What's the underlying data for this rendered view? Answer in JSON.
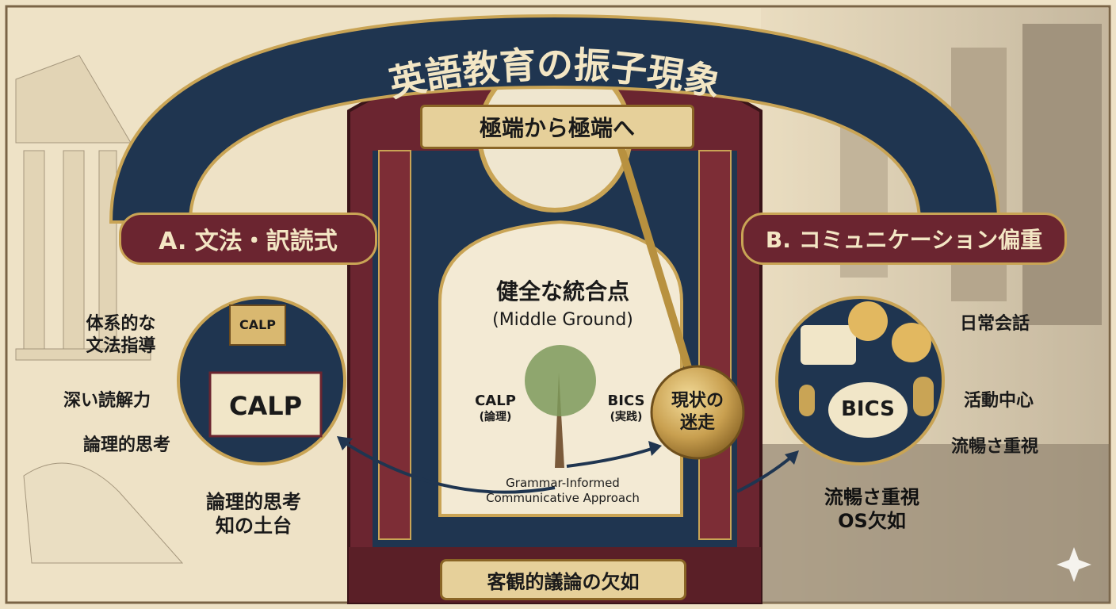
{
  "title": "英語教育の振子現象",
  "subtitle": "極端から極端へ",
  "left": {
    "banner": "A. 文法・訳読式",
    "emblem_small": "CALP",
    "emblem_main": "CALP",
    "points": [
      "体系的な",
      "文法指導",
      "深い読解力",
      "論理的思考"
    ],
    "caption": [
      "論理的思考",
      "知の土台"
    ]
  },
  "right": {
    "banner": "B. コミュニケーション偏重",
    "emblem_main": "BICS",
    "points": [
      "日常会話",
      "活動中心",
      "流暢さ重視"
    ],
    "caption": [
      "流暢さ重視",
      "OS欠如"
    ]
  },
  "center": {
    "heading": "健全な統合点",
    "heading_en": "(Middle Ground)",
    "calp": "CALP",
    "calp_sub": "(論理)",
    "bics": "BICS",
    "bics_sub": "(実践)",
    "approach": [
      "Grammar-Informed",
      "Communicative Approach"
    ]
  },
  "pendulum": {
    "label": [
      "現状の",
      "迷走"
    ]
  },
  "bottom_banner": "客観的議論の欠如",
  "colors": {
    "navy": "#1f3550",
    "maroon": "#6b2530",
    "gold": "#c9a455",
    "parchment": "#eee2c6"
  }
}
